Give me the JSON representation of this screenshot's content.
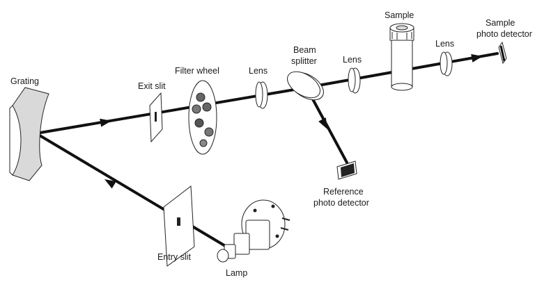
{
  "labels": {
    "grating": "Grating",
    "exit_slit": "Exit slit",
    "filter_wheel": "Filter wheel",
    "lens_1": "Lens",
    "beam_splitter_line1": "Beam",
    "beam_splitter_line2": "splitter",
    "lens_2": "Lens",
    "sample": "Sample",
    "lens_3": "Lens",
    "sample_detector_line1": "Sample",
    "sample_detector_line2": "photo detector",
    "reference_detector_line1": "Reference",
    "reference_detector_line2": "photo detector",
    "entry_slit": "Entry slit",
    "lamp": "Lamp"
  }
}
